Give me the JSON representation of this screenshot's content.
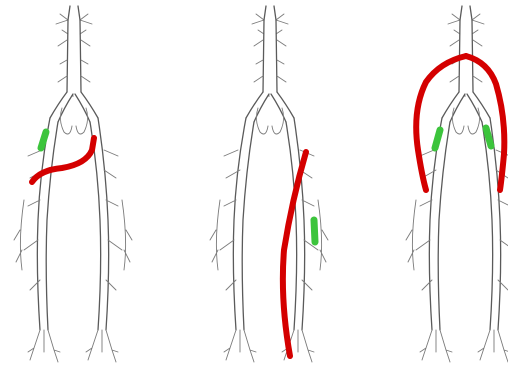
{
  "figure": {
    "panels": [
      {
        "id": "panel-femoro-femoral",
        "graft_color": "#d40000",
        "lesion_color": "#3cc43c",
        "lesion_count": 1
      },
      {
        "id": "panel-femoro-popliteal",
        "graft_color": "#d40000",
        "lesion_color": "#3cc43c",
        "lesion_count": 1
      },
      {
        "id": "panel-aorto-bifemoral",
        "graft_color": "#d40000",
        "lesion_color": "#3cc43c",
        "lesion_count": 2
      }
    ]
  }
}
